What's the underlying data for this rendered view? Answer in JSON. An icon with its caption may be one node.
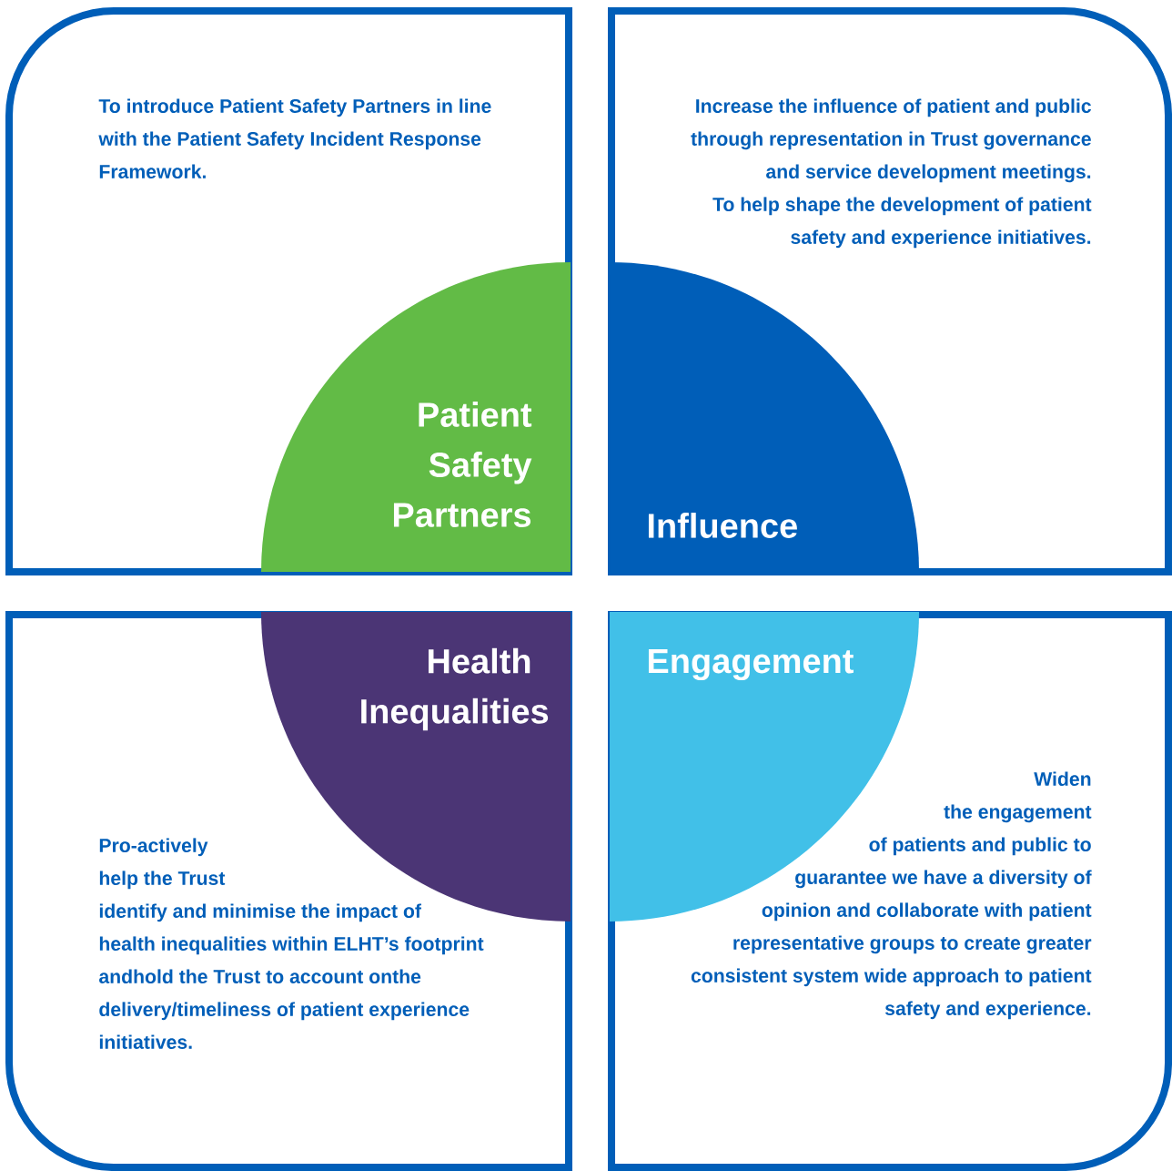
{
  "diagram": {
    "nodes": [
      {
        "text": [
          "To introduce Patient Safety Partners in line with the Patient Safety Incident Response Framework."
        ]
      },
      {
        "text": [
          "Patient Safety Partners"
        ],
        "in": 0
      },
      {
        "text": [
          "Increase the influence of patient and public through representation in Trust governance and service development meetings. To help shape the development of patient safety and experience initiatives."
        ]
      },
      {
        "text": [
          "Influence"
        ],
        "in": 2
      },
      {
        "text": [
          "Pro-actively help the Trust identify and minimise the impact of health inequalities within ELHT’s footprint andhold the Trust to account onthe delivery/timeliness of patient experience initiatives."
        ]
      },
      {
        "text": [
          "Health Inequalities"
        ],
        "in": 4
      },
      {
        "text": [
          "Widen the engagement of patients and public to guarantee we have a diversity of opinion and collaborate with patient representative groups to create greater consistent system wide approach to patient safety and experience."
        ]
      },
      {
        "text": [
          "Engagement"
        ],
        "in": 6
      }
    ]
  }
}
